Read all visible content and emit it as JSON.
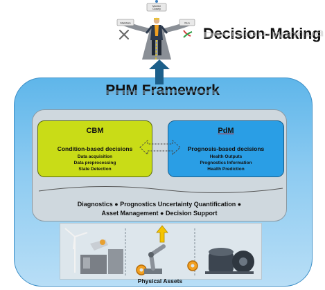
{
  "decision_making": {
    "title": "Decision-Making",
    "signs": {
      "center": "Monitor Closely",
      "left": "Maintain",
      "right": "Run"
    }
  },
  "phm": {
    "title": "PHM Framework"
  },
  "cbm": {
    "title": "CBM",
    "heading": "Condition-based decisions",
    "items": [
      "Data acquisition",
      "Data preprocessing",
      "State Detection"
    ]
  },
  "pdm": {
    "title": "PdM",
    "heading": "Prognosis-based decisions",
    "items": [
      "Health Outputs",
      "Prognostics Information",
      "Health Prediction"
    ]
  },
  "capabilities": {
    "line1": "Diagnostics ● Prognostics Uncertainty Quantification ●",
    "line2": "Asset Management ● Decision Support"
  },
  "assets": {
    "label": "Physical Assets"
  },
  "colors": {
    "cbm": "#c9dc17",
    "pdm": "#2a9ee5",
    "phm_container": "#8dcbf1",
    "arrow": "#1c5f8a"
  }
}
